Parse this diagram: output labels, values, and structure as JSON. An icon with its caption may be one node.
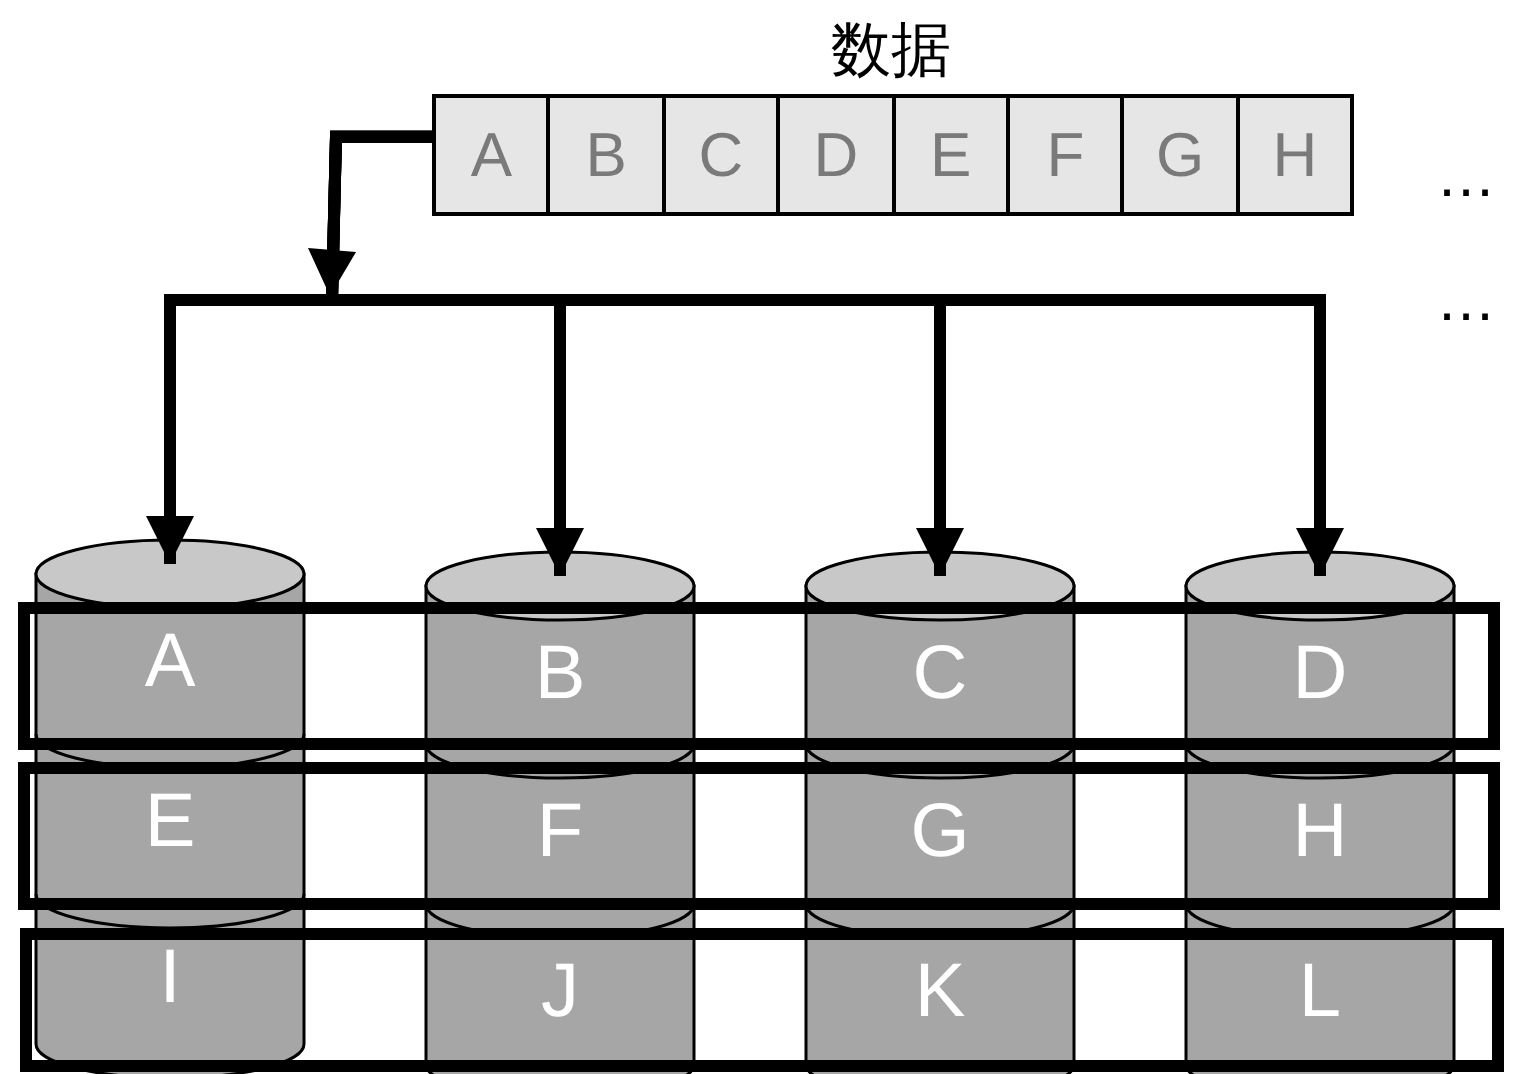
{
  "diagram": {
    "nodes": [
      {
        "text": [
          "数据"
        ]
      },
      {
        "text": [
          "A"
        ],
        "in": 0
      },
      {
        "text": [
          "B"
        ],
        "in": 0
      },
      {
        "text": [
          "C"
        ],
        "in": 0
      },
      {
        "text": [
          "D"
        ],
        "in": 0
      },
      {
        "text": [
          "E"
        ],
        "in": 0
      },
      {
        "text": [
          "F"
        ],
        "in": 0
      },
      {
        "text": [
          "G"
        ],
        "in": 0
      },
      {
        "text": [
          "H"
        ],
        "in": 0
      },
      {
        "text": [
          "A",
          "E",
          "I"
        ]
      },
      {
        "text": [
          "B",
          "F",
          "J"
        ]
      },
      {
        "text": [
          "C",
          "G",
          "K"
        ]
      },
      {
        "text": [
          "D",
          "H",
          "L"
        ]
      }
    ],
    "edges": [
      {
        "from": 1,
        "to": 9,
        "arrow": "to"
      },
      {
        "from": 1,
        "to": 10,
        "arrow": "to"
      },
      {
        "from": 1,
        "to": 11,
        "arrow": "to"
      },
      {
        "from": 1,
        "to": 12,
        "arrow": "to"
      }
    ],
    "labels": [
      "…",
      "…"
    ]
  }
}
